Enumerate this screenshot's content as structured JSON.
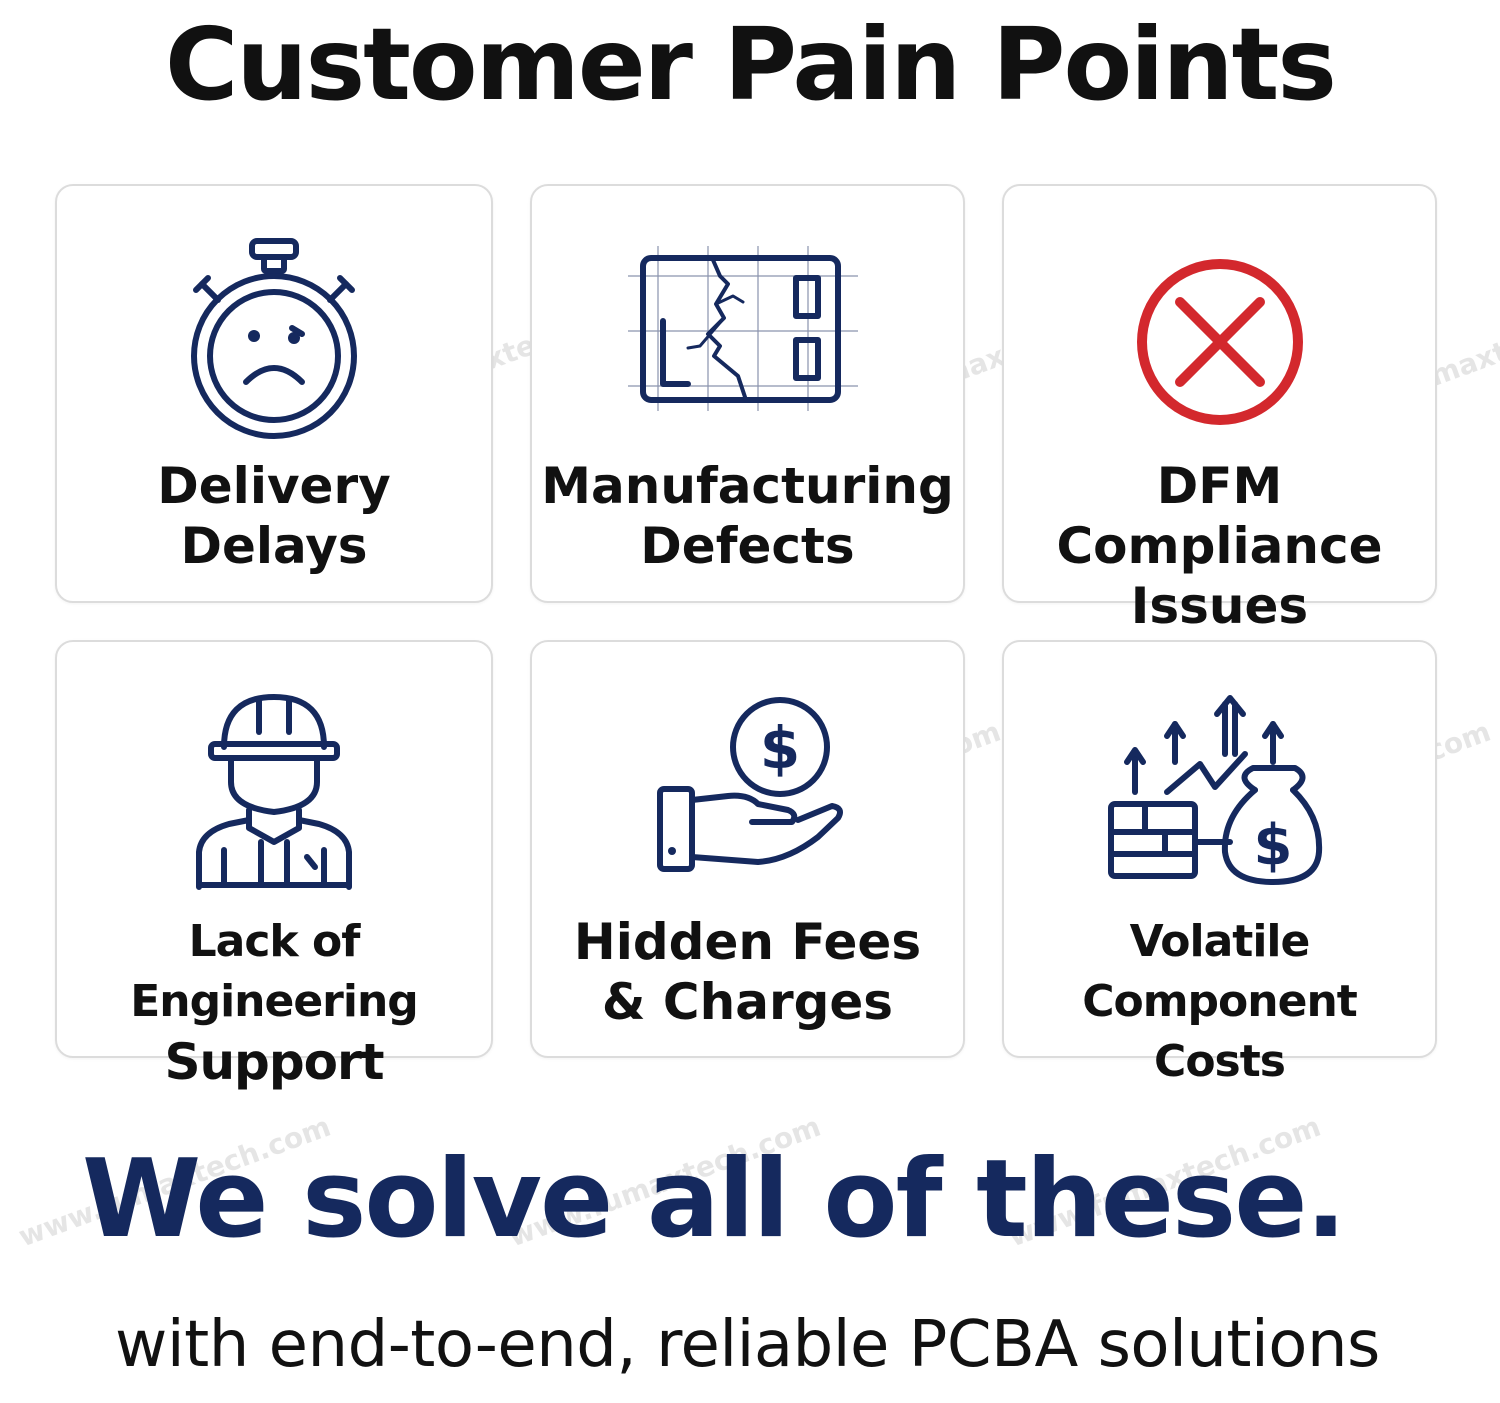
{
  "title": "Customer Pain Points",
  "cards": [
    {
      "lines": [
        "Delivery",
        "Delays"
      ],
      "icon": "sad-stopwatch-icon"
    },
    {
      "lines": [
        "Manufacturing",
        "Defects"
      ],
      "icon": "cracked-circuit-board-icon"
    },
    {
      "lines": [
        "DFM Compliance",
        "Issues"
      ],
      "icon": "red-x-circle-icon"
    },
    {
      "lines": [
        "Lack of Engineering",
        "Support"
      ],
      "icon": "engineer-icon"
    },
    {
      "lines": [
        "Hidden Fees",
        "& Charges"
      ],
      "icon": "hand-dollar-coin-icon"
    },
    {
      "lines": [
        "Volatile Component",
        "Costs"
      ],
      "icon": "rising-costs-money-bag-icon"
    }
  ],
  "tagline": "We solve all of these.",
  "subline": "with end-to-end, reliable PCBA solutions",
  "watermark": "www.fumaxtech.com",
  "colors": {
    "navy": "#15295e",
    "red": "#d3282d",
    "text": "#111111"
  }
}
